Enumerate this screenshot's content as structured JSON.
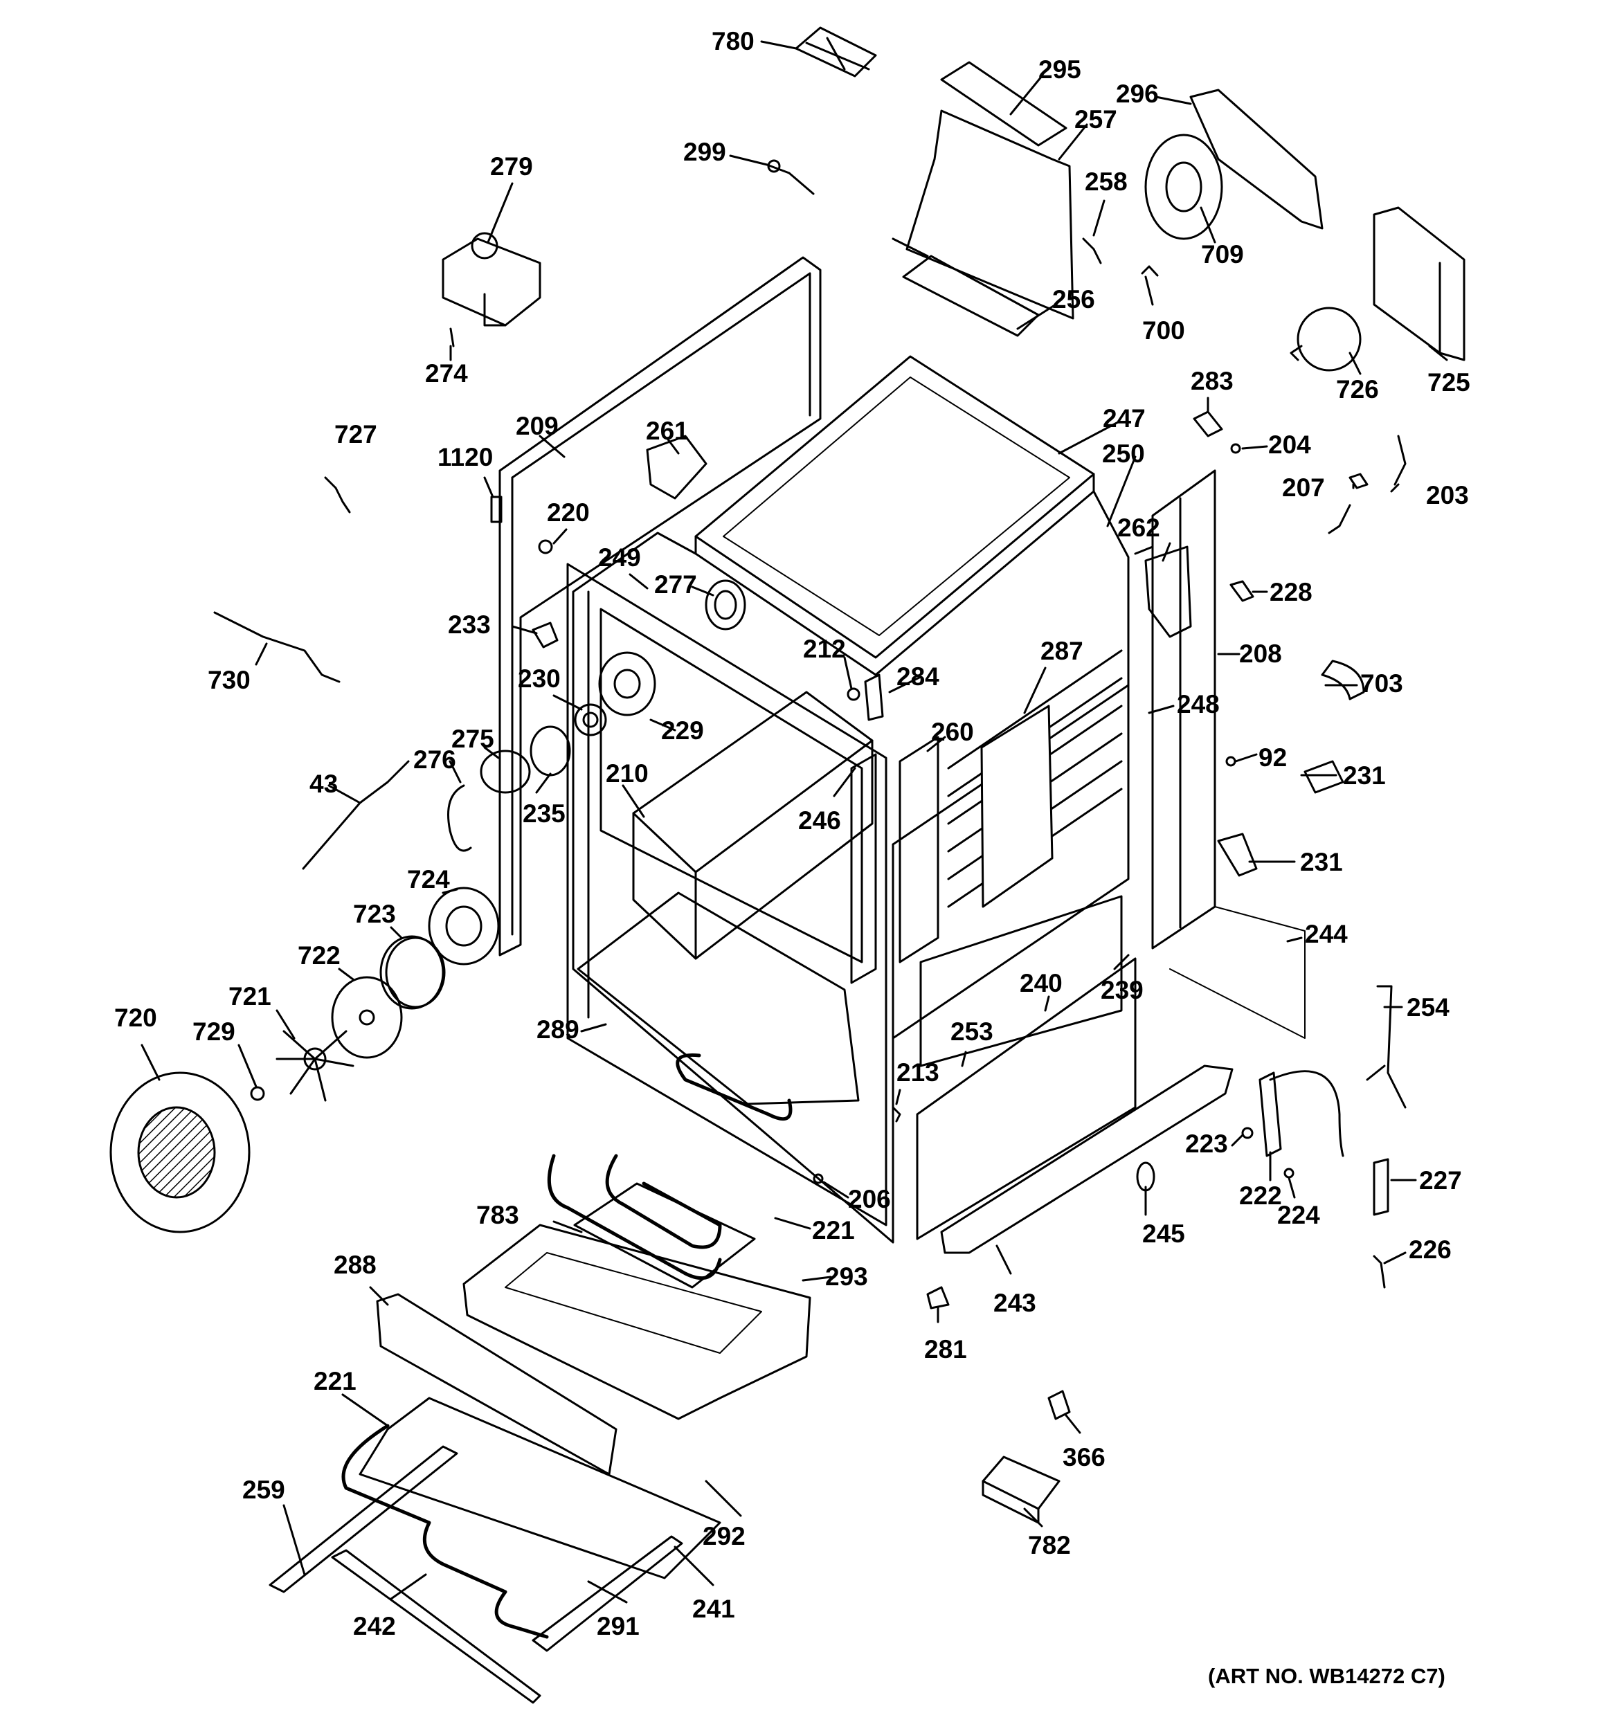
{
  "art_number": "(ART NO. WB14272 C7)",
  "part_numbers": {
    "p780": "780",
    "p295": "295",
    "p296": "296",
    "p257": "257",
    "p299": "299",
    "p279": "279",
    "p258": "258",
    "p709": "709",
    "p256": "256",
    "p700": "700",
    "p274": "274",
    "p725": "725",
    "p726": "726",
    "p283": "283",
    "p727": "727",
    "p209": "209",
    "p247": "247",
    "p204": "204",
    "p250": "250",
    "p1120": "1120",
    "p261": "261",
    "p207": "207",
    "p203": "203",
    "p220": "220",
    "p262": "262",
    "p249": "249",
    "p277": "277",
    "p228": "228",
    "p233": "233",
    "p212": "212",
    "p287": "287",
    "p208": "208",
    "p730": "730",
    "p230": "230",
    "p284": "284",
    "p703": "703",
    "p248": "248",
    "p229": "229",
    "p260": "260",
    "p275": "275",
    "p92": "92",
    "p276": "276",
    "p43": "43",
    "p210": "210",
    "p231a": "231",
    "p235": "235",
    "p246": "246",
    "p231b": "231",
    "p724": "724",
    "p244": "244",
    "p723": "723",
    "p722": "722",
    "p239": "239",
    "p240": "240",
    "p721": "721",
    "p254": "254",
    "p720": "720",
    "p729": "729",
    "p289": "289",
    "p253": "253",
    "p213": "213",
    "p227": "227",
    "p223": "223",
    "p222": "222",
    "p206": "206",
    "p224": "224",
    "p783": "783",
    "p221a": "221",
    "p245": "245",
    "p226": "226",
    "p288": "288",
    "p293": "293",
    "p243": "243",
    "p281": "281",
    "p221b": "221",
    "p366": "366",
    "p259": "259",
    "p292": "292",
    "p782": "782",
    "p241": "241",
    "p291": "291",
    "p242": "242"
  }
}
